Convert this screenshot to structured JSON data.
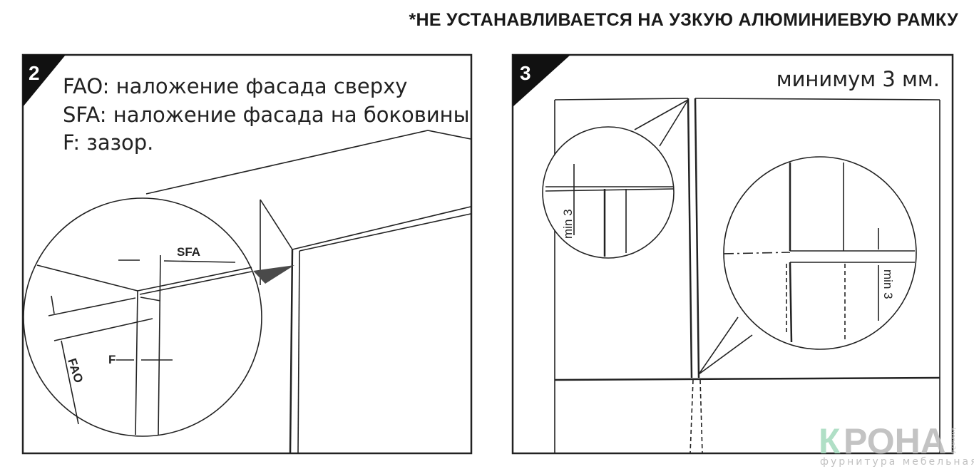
{
  "header": {
    "title": "*НЕ УСТАНАВЛИВАЕТСЯ НА УЗКУЮ АЛЮМИНИЕВУЮ РАМКУ"
  },
  "panel2": {
    "step": "2",
    "lines": [
      "FAO: наложение фасада сверху",
      "SFA: наложение фасада на боковины",
      "F: зазор."
    ],
    "labels": {
      "sfa": "SFA",
      "fao": "FAO",
      "f": "F"
    }
  },
  "panel3": {
    "step": "3",
    "caption": "минимум 3 мм.",
    "labels": {
      "min_left": "min 3",
      "min_right": "min 3"
    }
  },
  "logo": {
    "name_green": "К",
    "name_gray": "РОНА",
    "tagline": "фурнитура мебельная",
    "site": "krona24"
  },
  "colors": {
    "logo_green": "#a8dcc0",
    "logo_gray": "#bdbdbd",
    "line": "#222222"
  }
}
